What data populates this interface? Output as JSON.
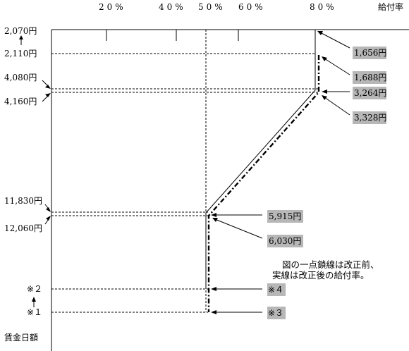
{
  "top_axis": {
    "ticks": [
      "20%",
      "40%",
      "50%",
      "60%",
      "80%"
    ],
    "title": "給付率"
  },
  "left_axis": {
    "title": "賃金日額",
    "labels": [
      "2,070円",
      "2,110円",
      "4,080円",
      "4,160円",
      "11,830円",
      "12,060円",
      "※２",
      "※１"
    ]
  },
  "right_labels": [
    "1,656円",
    "1,688円",
    "3,264円",
    "3,328円",
    "5,915円",
    "6,030円",
    "※４",
    "※３"
  ],
  "note": {
    "line1": "図の一点鎖線は改正前、",
    "line2": "実線は改正後の給付率。"
  },
  "colors": {
    "line": "#000000",
    "badge_fill": "#b7b7b7"
  }
}
